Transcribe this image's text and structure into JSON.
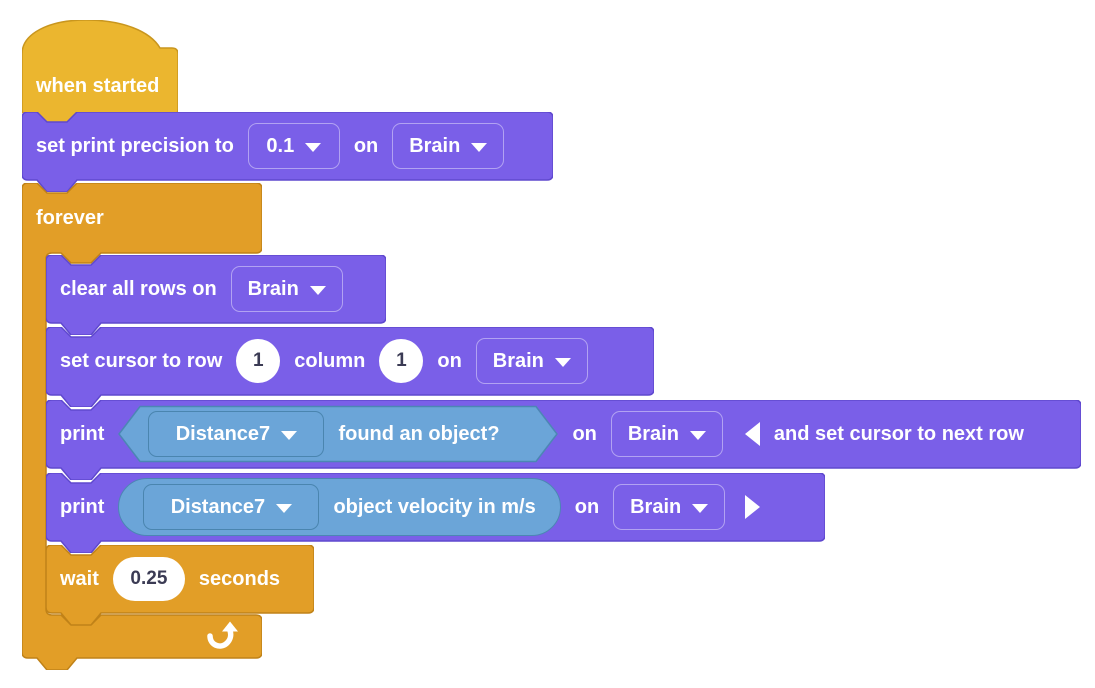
{
  "colors": {
    "events_fill": "#EBB62F",
    "events_stroke": "#C9961E",
    "control_fill": "#E29E27",
    "control_stroke": "#C08218",
    "print_fill": "#7A5FE8",
    "print_stroke": "#5F48CE",
    "sensing_fill": "#6BA5D8",
    "sensing_stroke": "#4C86B4",
    "input_text": "#3B3B54",
    "block_text": "#FFFFFF"
  },
  "icons": {
    "caret_down": "▾",
    "collapse_left": "◀",
    "expand_right": "▶",
    "loop_arrow": "⤴"
  },
  "blocks": {
    "when_started": {
      "label": "when started"
    },
    "set_print_precision": {
      "text_before": "set print precision to",
      "precision_value": "0.1",
      "on_label": "on",
      "device_value": "Brain"
    },
    "forever": {
      "label": "forever"
    },
    "clear_all_rows": {
      "text_before": "clear all rows on",
      "device_value": "Brain"
    },
    "set_cursor": {
      "text_before": "set cursor to row",
      "row_value": "1",
      "column_label": "column",
      "column_value": "1",
      "on_label": "on",
      "device_value": "Brain"
    },
    "print_found": {
      "print_label": "print",
      "sensor_value": "Distance7",
      "reporter_label": "found an object?",
      "on_label": "on",
      "device_value": "Brain",
      "option_label": "and set cursor to next row"
    },
    "print_velocity": {
      "print_label": "print",
      "sensor_value": "Distance7",
      "reporter_label": "object velocity in m/s",
      "on_label": "on",
      "device_value": "Brain"
    },
    "wait": {
      "text_before": "wait",
      "seconds_value": "0.25",
      "text_after": "seconds"
    }
  }
}
